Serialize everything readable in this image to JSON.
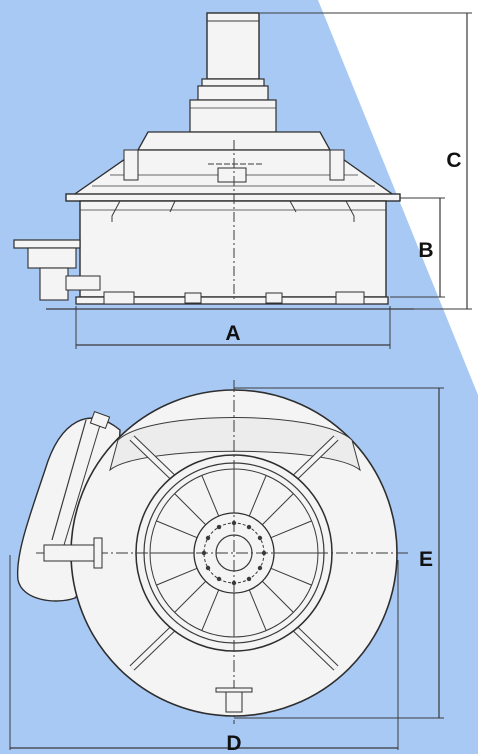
{
  "colors": {
    "background_blue": "#a9c9f5",
    "background_white": "#ffffff",
    "line": "#2e2e2e",
    "body": "#f4f4f4"
  },
  "dimensions": {
    "A": "A",
    "B": "B",
    "C": "C",
    "D": "D",
    "E": "E"
  }
}
